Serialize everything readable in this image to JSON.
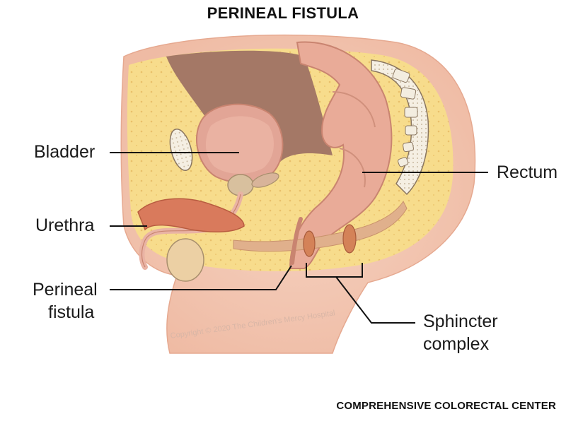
{
  "title": "PERINEAL FISTULA",
  "labels": {
    "bladder": "Bladder",
    "urethra": "Urethra",
    "perineal_fistula_line1": "Perineal",
    "perineal_fistula_line2": "fistula",
    "rectum": "Rectum",
    "sphincter_line1": "Sphincter",
    "sphincter_line2": "complex"
  },
  "copyright": "Copyright © 2020 The Children's Mercy Hospital",
  "footer": "COMPREHENSIVE COLORECTAL CENTER",
  "colors": {
    "skin": "#f3c7b3",
    "fat": "#f7dc8c",
    "organ": "#e8a997",
    "cavity": "#a47866",
    "muscle": "#d97a5c",
    "line": "#111111"
  }
}
